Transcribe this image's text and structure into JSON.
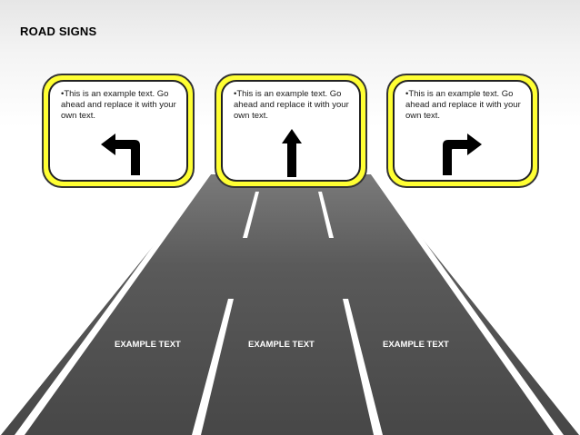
{
  "slide": {
    "title": "ROAD SIGNS"
  },
  "signs": [
    {
      "text": "•This is an example text. Go ahead and replace it with your own text.",
      "icon": "arrow-turn-left-icon"
    },
    {
      "text": "•This is an example text. Go ahead and replace it with your own text.",
      "icon": "arrow-straight-up-icon"
    },
    {
      "text": "•This is an example text. Go ahead and replace it with your own text.",
      "icon": "arrow-turn-right-icon"
    }
  ],
  "lanes": [
    {
      "label": "EXAMPLE TEXT"
    },
    {
      "label": "EXAMPLE TEXT"
    },
    {
      "label": "EXAMPLE TEXT"
    }
  ],
  "colors": {
    "sign_fill": "#ffff33",
    "road": "#4d4d4d",
    "road_far": "#7a7a7a",
    "lane_marking": "#ffffff",
    "arrow": "#000000"
  }
}
